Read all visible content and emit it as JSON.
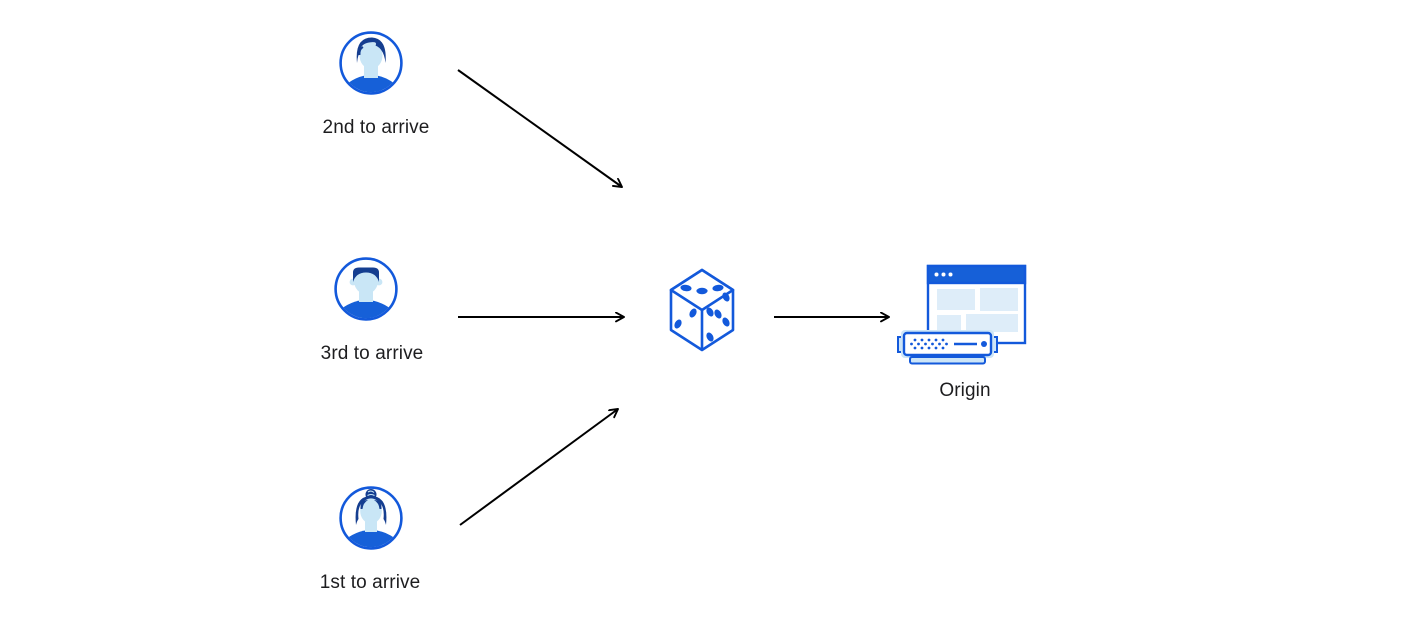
{
  "diagram": {
    "type": "flow-diagram",
    "description": "Three users arriving in different order are each routed through a random (dice) selector to a single origin server",
    "actors": [
      {
        "id": "actor-second",
        "label": "2nd to arrive",
        "icon": "user-avatar-man-icon"
      },
      {
        "id": "actor-third",
        "label": "3rd to arrive",
        "icon": "user-avatar-man-flattop-icon"
      },
      {
        "id": "actor-first",
        "label": "1st to arrive",
        "icon": "user-avatar-woman-icon"
      }
    ],
    "router": {
      "icon": "dice-icon"
    },
    "origin": {
      "label": "Origin",
      "icon": "browser-server-icon"
    },
    "arrows": {
      "count": 4,
      "style": "thin black line with open chevron head"
    },
    "colors": {
      "background": "#ffffff",
      "icon_blue": "#1359db",
      "icon_dark_blue": "#153e90",
      "icon_light_blue": "#c9e6f6",
      "icon_pale_blue": "#deedf9",
      "server_halo_blue": "#cde5f7",
      "arrow_black": "#000000",
      "text": "#1d1d1f"
    }
  }
}
